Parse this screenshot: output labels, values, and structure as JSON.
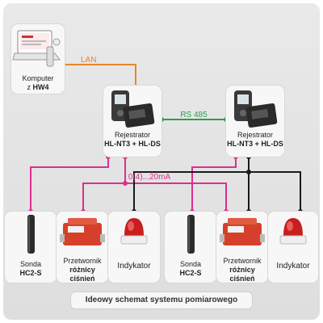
{
  "colors": {
    "lan": "#e8852a",
    "rs485": "#2e9c4e",
    "analog": "#d9308e",
    "digital": "#1a1a1a",
    "device_red": "#d6402a"
  },
  "computer": {
    "line1": "Komputer",
    "prefix": "z",
    "model": "HW4"
  },
  "links": {
    "lan": "LAN",
    "rs485": "RS 485",
    "analog": "0(4)...20mA"
  },
  "loggers": [
    {
      "name": "Rejestrator",
      "model": "HL-NT3 + HL-DS"
    },
    {
      "name": "Rejestrator",
      "model": "HL-NT3 + HL-DS"
    }
  ],
  "devices": [
    {
      "line1": "Sonda",
      "line2": "HC2-S",
      "line3": ""
    },
    {
      "line1": "Przetwornik",
      "line2": "różnicy",
      "line3": "ciśnień"
    },
    {
      "line1": "Indykator",
      "line2": "",
      "line3": ""
    },
    {
      "line1": "Sonda",
      "line2": "HC2-S",
      "line3": ""
    },
    {
      "line1": "Przetwornik",
      "line2": "różnicy",
      "line3": "ciśnień"
    },
    {
      "line1": "Indykator",
      "line2": "",
      "line3": ""
    }
  ],
  "caption": "Ideowy schemat systemu pomiarowego"
}
